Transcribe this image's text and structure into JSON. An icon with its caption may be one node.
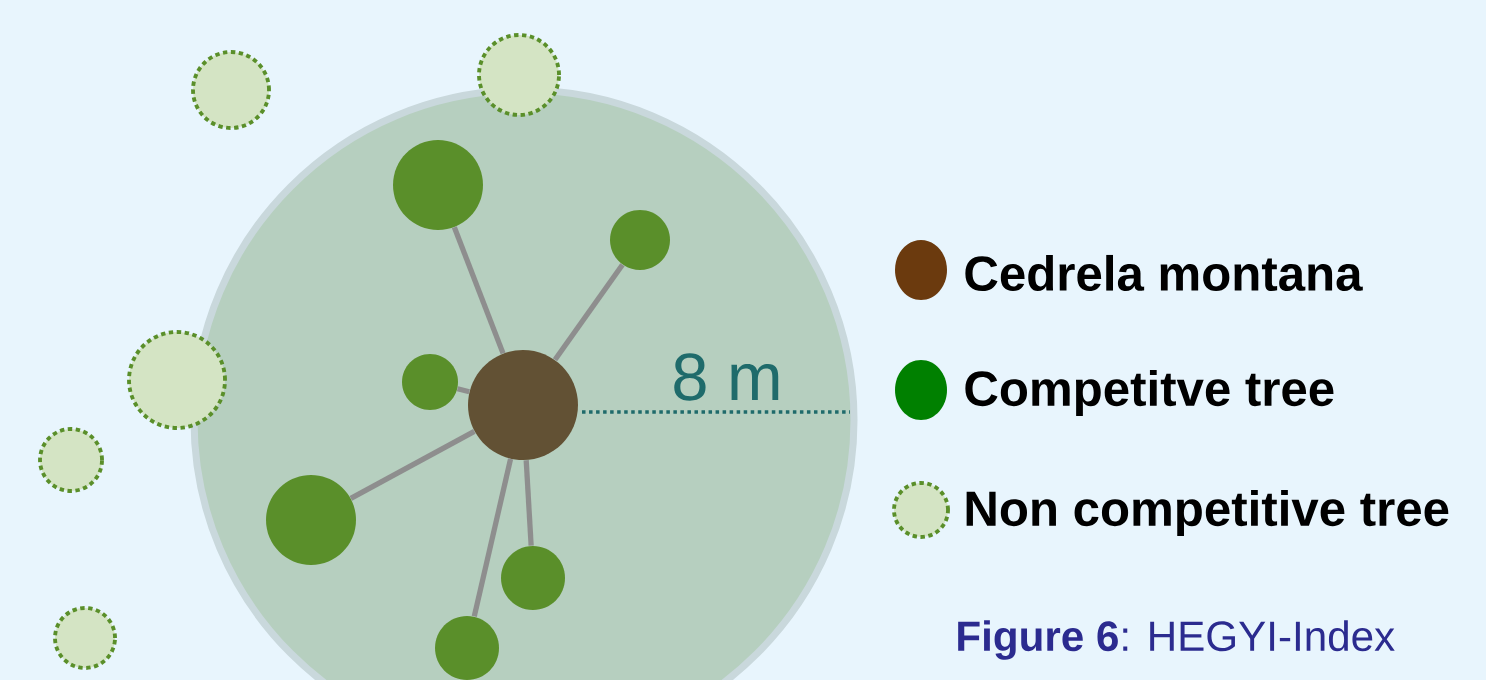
{
  "diagram": {
    "caption": "**Figure 6**: HEGYI-Index",
    "nodes": [
      {
        "text": [],
        "shape": "circle"
      },
      {
        "text": [],
        "shape": "circle"
      },
      {
        "text": [],
        "shape": "circle"
      },
      {
        "text": [],
        "shape": "circle"
      },
      {
        "text": [],
        "shape": "circle"
      },
      {
        "text": [],
        "shape": "circle"
      },
      {
        "text": [],
        "shape": "circle"
      },
      {
        "text": [],
        "shape": "circle"
      },
      {
        "text": [],
        "shape": "circle"
      },
      {
        "text": [],
        "shape": "circle"
      },
      {
        "text": [],
        "shape": "circle"
      },
      {
        "text": [],
        "shape": "circle"
      }
    ],
    "edges": [
      {
        "from": 0,
        "to": 1,
        "arrow": "none"
      },
      {
        "from": 0,
        "to": 2,
        "arrow": "none"
      },
      {
        "from": 0,
        "to": 3,
        "arrow": "none"
      },
      {
        "from": 0,
        "to": 4,
        "arrow": "none"
      },
      {
        "from": 0,
        "to": 5,
        "arrow": "none"
      },
      {
        "from": 0,
        "to": 6,
        "arrow": "none"
      }
    ],
    "labels": [
      "8 m"
    ],
    "legend": [
      {
        "text": "Cedrela montana",
        "color": "#6b3a0e"
      },
      {
        "text": "Competitve tree",
        "color": "#008000"
      },
      {
        "text": "Non competitive tree"
      }
    ]
  }
}
